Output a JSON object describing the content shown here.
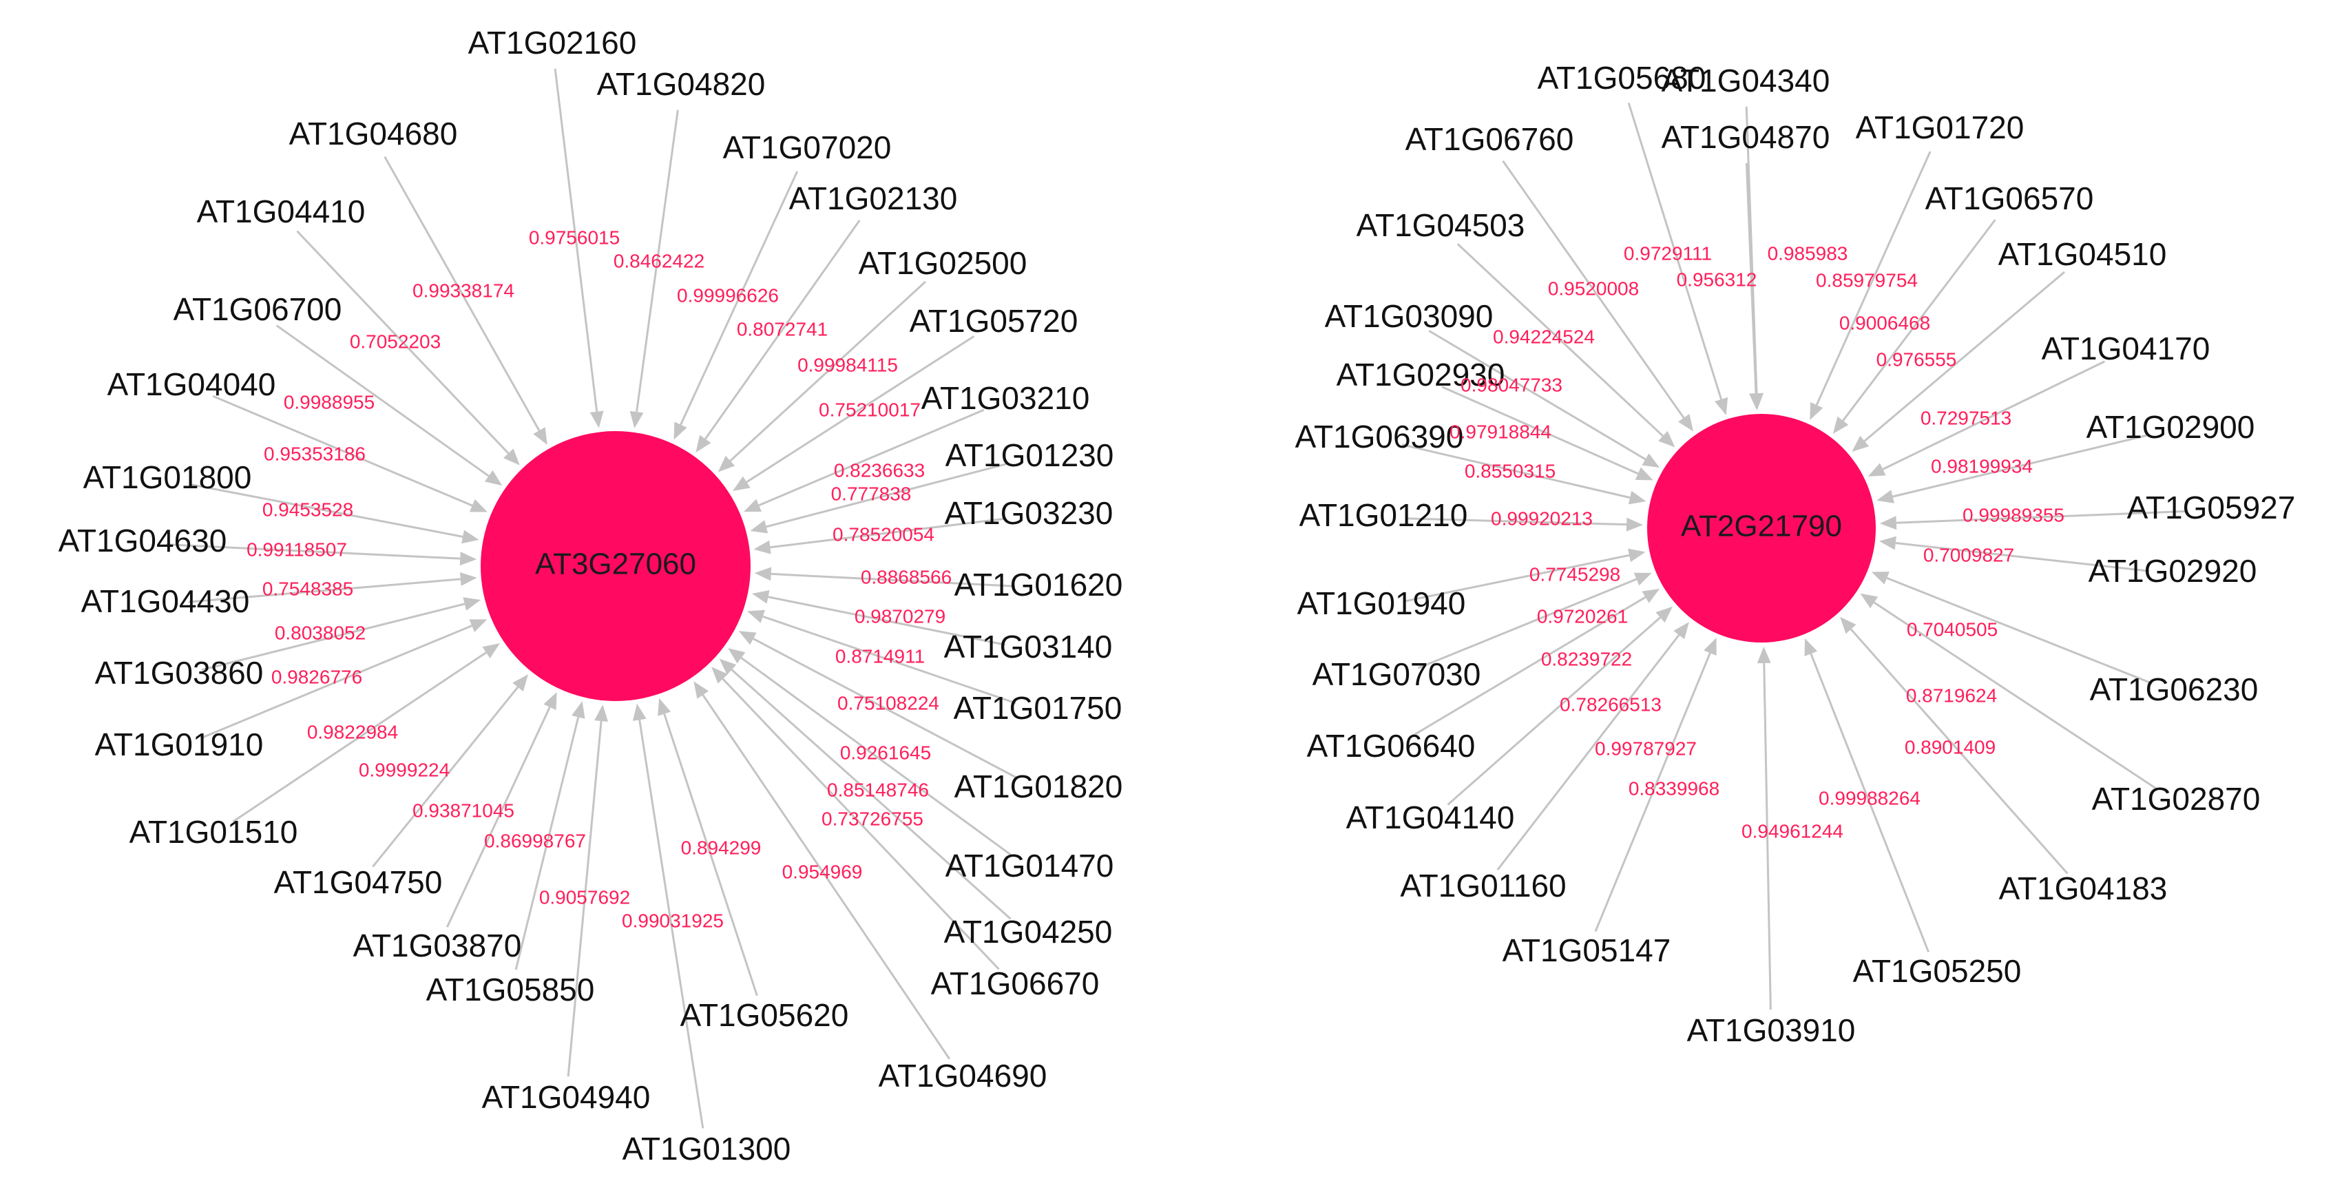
{
  "colors": {
    "hub_fill": "#ff0a60",
    "edge": "#c4c4c4",
    "weight_text": "#ff1f5a",
    "node_text": "#111111"
  },
  "networks": [
    {
      "hub": "AT3G27060",
      "neighbors": [
        {
          "id": "AT1G02160",
          "weight": "0.9756015"
        },
        {
          "id": "AT1G04820",
          "weight": "0.8462422"
        },
        {
          "id": "AT1G07020",
          "weight": "0.99996626"
        },
        {
          "id": "AT1G02130",
          "weight": "0.8072741"
        },
        {
          "id": "AT1G02500",
          "weight": "0.99984115"
        },
        {
          "id": "AT1G05720",
          "weight": "0.75210017"
        },
        {
          "id": "AT1G03210",
          "weight": "0.8236633"
        },
        {
          "id": "AT1G01230",
          "weight": "0.777838"
        },
        {
          "id": "AT1G03230",
          "weight": "0.78520054"
        },
        {
          "id": "AT1G01620",
          "weight": "0.8868566"
        },
        {
          "id": "AT1G03140",
          "weight": "0.9870279"
        },
        {
          "id": "AT1G01750",
          "weight": "0.8714911"
        },
        {
          "id": "AT1G01820",
          "weight": "0.75108224"
        },
        {
          "id": "AT1G01470",
          "weight": "0.9261645"
        },
        {
          "id": "AT1G04250",
          "weight": "0.85148746"
        },
        {
          "id": "AT1G06670",
          "weight": "0.73726755"
        },
        {
          "id": "AT1G04690",
          "weight": "0.954969"
        },
        {
          "id": "AT1G05620",
          "weight": "0.894299"
        },
        {
          "id": "AT1G01300",
          "weight": "0.99031925"
        },
        {
          "id": "AT1G04940",
          "weight": "0.9057692"
        },
        {
          "id": "AT1G05850",
          "weight": "0.86998767"
        },
        {
          "id": "AT1G03870",
          "weight": "0.93871045"
        },
        {
          "id": "AT1G04750",
          "weight": "0.9999224"
        },
        {
          "id": "AT1G01510",
          "weight": "0.9822984"
        },
        {
          "id": "AT1G01910",
          "weight": "0.9826776"
        },
        {
          "id": "AT1G03860",
          "weight": "0.8038052"
        },
        {
          "id": "AT1G04430",
          "weight": "0.7548385"
        },
        {
          "id": "AT1G04630",
          "weight": "0.99118507"
        },
        {
          "id": "AT1G01800",
          "weight": "0.9453528"
        },
        {
          "id": "AT1G04040",
          "weight": "0.95353186"
        },
        {
          "id": "AT1G06700",
          "weight": "0.9988955"
        },
        {
          "id": "AT1G04410",
          "weight": "0.7052203"
        },
        {
          "id": "AT1G04680",
          "weight": "0.99338174"
        }
      ]
    },
    {
      "hub": "AT2G21790",
      "neighbors": [
        {
          "id": "AT1G05680",
          "weight": "0.9729111"
        },
        {
          "id": "AT1G04340",
          "weight": "0.985983"
        },
        {
          "id": "AT1G04870",
          "weight": "0.956312"
        },
        {
          "id": "AT1G01720",
          "weight": "0.85979754"
        },
        {
          "id": "AT1G06570",
          "weight": "0.9006468"
        },
        {
          "id": "AT1G04510",
          "weight": "0.976555"
        },
        {
          "id": "AT1G04170",
          "weight": "0.7297513"
        },
        {
          "id": "AT1G02900",
          "weight": "0.98199934"
        },
        {
          "id": "AT1G05927",
          "weight": "0.99989355"
        },
        {
          "id": "AT1G02920",
          "weight": "0.7009827"
        },
        {
          "id": "AT1G06230",
          "weight": "0.7040505"
        },
        {
          "id": "AT1G02870",
          "weight": "0.8719624"
        },
        {
          "id": "AT1G04183",
          "weight": "0.8901409"
        },
        {
          "id": "AT1G05250",
          "weight": "0.99988264"
        },
        {
          "id": "AT1G03910",
          "weight": "0.94961244"
        },
        {
          "id": "AT1G05147",
          "weight": "0.8339968"
        },
        {
          "id": "AT1G01160",
          "weight": "0.99787927"
        },
        {
          "id": "AT1G04140",
          "weight": "0.78266513"
        },
        {
          "id": "AT1G06640",
          "weight": "0.8239722"
        },
        {
          "id": "AT1G07030",
          "weight": "0.9720261"
        },
        {
          "id": "AT1G01940",
          "weight": "0.7745298"
        },
        {
          "id": "AT1G01210",
          "weight": "0.99920213"
        },
        {
          "id": "AT1G06390",
          "weight": "0.8550315"
        },
        {
          "id": "AT1G02930",
          "weight": "0.97918844"
        },
        {
          "id": "AT1G03090",
          "weight": "0.98047733"
        },
        {
          "id": "AT1G04503",
          "weight": "0.94224524"
        },
        {
          "id": "AT1G06760",
          "weight": "0.9520008"
        }
      ]
    }
  ]
}
